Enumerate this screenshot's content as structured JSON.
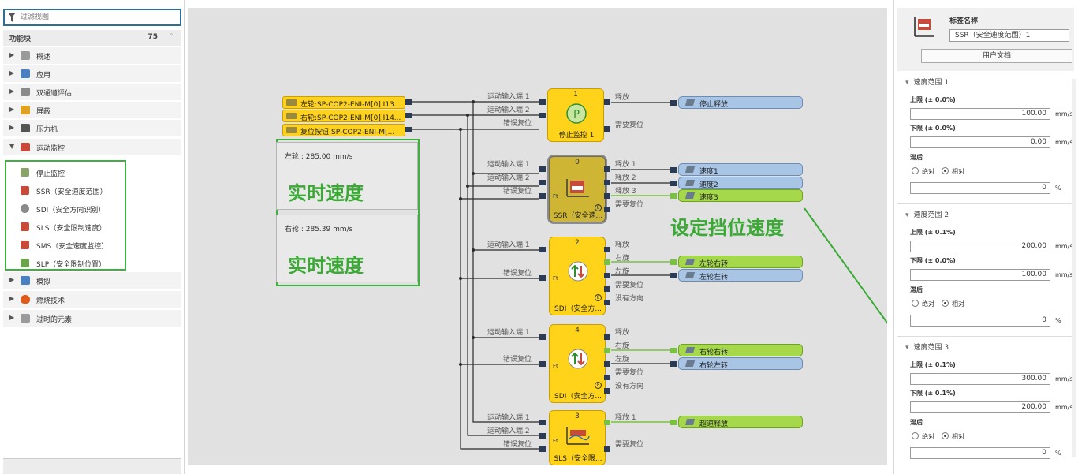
{
  "left_panel": {
    "filter_placeholder": "过滤视图",
    "header_title": "功能块",
    "header_count": "75",
    "categories": [
      {
        "label": "概述",
        "icon": "overview-icon",
        "color": "#8a8a8a",
        "expanded": false
      },
      {
        "label": "应用",
        "icon": "application-icon",
        "color": "#4a7fc1",
        "expanded": false
      },
      {
        "label": "双通道评估",
        "icon": "dual-channel-icon",
        "color": "#7d7d7d",
        "expanded": false
      },
      {
        "label": "屏蔽",
        "icon": "muting-icon",
        "color": "#e0a020",
        "expanded": false
      },
      {
        "label": "压力机",
        "icon": "press-icon",
        "color": "#555555",
        "expanded": false
      },
      {
        "label": "运动监控",
        "icon": "motion-monitor-icon",
        "color": "#c84a3a",
        "expanded": true
      }
    ],
    "motion_items": [
      {
        "label": "停止监控",
        "icon": "standstill-icon",
        "color": "#8aa36a"
      },
      {
        "label": "SSR（安全速度范围）",
        "icon": "ssr-icon",
        "color": "#c84a3a"
      },
      {
        "label": "SDI（安全方向识别）",
        "icon": "sdi-icon",
        "color": "#8a8a8a"
      },
      {
        "label": "SLS（安全限制速度）",
        "icon": "sls-icon",
        "color": "#c84a3a"
      },
      {
        "label": "SMS（安全速度监控）",
        "icon": "sms-icon",
        "color": "#c84a3a"
      },
      {
        "label": "SLP（安全限制位置）",
        "icon": "slp-icon",
        "color": "#6aa34a"
      }
    ],
    "more_categories": [
      {
        "label": "模拟",
        "icon": "analog-icon",
        "color": "#4a7fc1"
      },
      {
        "label": "燃烧技术",
        "icon": "flame-icon",
        "color": "#e05a1a"
      },
      {
        "label": "过时的元素",
        "icon": "obsolete-icon",
        "color": "#8a8a8a"
      }
    ]
  },
  "canvas": {
    "inputs": [
      {
        "label": "左轮:SP-COP2-ENI-M[0].I13...",
        "icon": "encoder-input-icon"
      },
      {
        "label": "右轮:SP-COP2-ENI-M[0].I14...",
        "icon": "encoder-input-icon"
      },
      {
        "label": "复位按钮:SP-COP2-ENI-M[...",
        "icon": "button-input-icon"
      }
    ],
    "realtime": [
      {
        "speed_label": "左轮 : 285.00 mm/s",
        "title": "实时速度"
      },
      {
        "speed_label": "右轮 : 285.39 mm/s",
        "title": "实时速度"
      }
    ],
    "set_speed_annotation": "设定挡位速度",
    "port_labels": {
      "motion_in_1": "运动输入端 1",
      "motion_in_2": "运动输入端 2",
      "error_reset": "错误复位",
      "release": "释放",
      "release_1": "释放 1",
      "release_2": "释放 2",
      "release_3": "释放 3",
      "need_reset": "需要复位",
      "right_turn": "右旋",
      "left_turn": "左旋",
      "no_direction": "没有方向",
      "ft": "Ft",
      "ot": "8"
    },
    "blocks": [
      {
        "num": "1",
        "name": "停止监控 1"
      },
      {
        "num": "0",
        "name": "SSR（安全速..."
      },
      {
        "num": "2",
        "name": "SDI（安全方..."
      },
      {
        "num": "4",
        "name": "SDI（安全方..."
      },
      {
        "num": "3",
        "name": "SLS（安全限..."
      }
    ],
    "outputs": [
      {
        "label": "停止释放",
        "style": "blue"
      },
      {
        "label": "速度1",
        "style": "blue"
      },
      {
        "label": "速度2",
        "style": "blue"
      },
      {
        "label": "速度3",
        "style": "green"
      },
      {
        "label": "左轮右转",
        "style": "green"
      },
      {
        "label": "左轮左转",
        "style": "blue"
      },
      {
        "label": "右轮右转",
        "style": "green"
      },
      {
        "label": "右轮左转",
        "style": "blue"
      },
      {
        "label": "超速释放",
        "style": "green"
      }
    ]
  },
  "right_panel": {
    "tag_name_label": "标签名称",
    "tag_name_value": "SSR（安全速度范围）1",
    "user_doc_button": "用户文档",
    "sections": [
      {
        "title": "速度范围 1",
        "upper_label": "上限 (± 0.0%)",
        "upper_value": "100.00",
        "lower_label": "下限 (± 0.0%)",
        "lower_value": "0.00",
        "unit": "mm/s",
        "hyst_label": "滞后",
        "abs_label": "绝对",
        "rel_label": "相对",
        "hyst_value": "0",
        "hyst_unit": "%"
      },
      {
        "title": "速度范围 2",
        "upper_label": "上限 (± 0.1%)",
        "upper_value": "200.00",
        "lower_label": "下限 (± 0.0%)",
        "lower_value": "100.00",
        "unit": "mm/s",
        "hyst_label": "滞后",
        "abs_label": "绝对",
        "rel_label": "相对",
        "hyst_value": "0",
        "hyst_unit": "%"
      },
      {
        "title": "速度范围 3",
        "upper_label": "上限 (± 0.1%)",
        "upper_value": "300.00",
        "lower_label": "下限 (± 0.1%)",
        "lower_value": "200.00",
        "unit": "mm/s",
        "hyst_label": "滞后",
        "abs_label": "绝对",
        "rel_label": "相对",
        "hyst_value": "0",
        "hyst_unit": "%"
      }
    ]
  },
  "colors": {
    "block_yellow": "#ffd31a",
    "annotation_green": "#3aaa35",
    "wire_green": "#7ac143",
    "wire_dark": "#2b2b2b",
    "output_blue": "#a8c5e6",
    "output_green": "#a6d84b"
  }
}
